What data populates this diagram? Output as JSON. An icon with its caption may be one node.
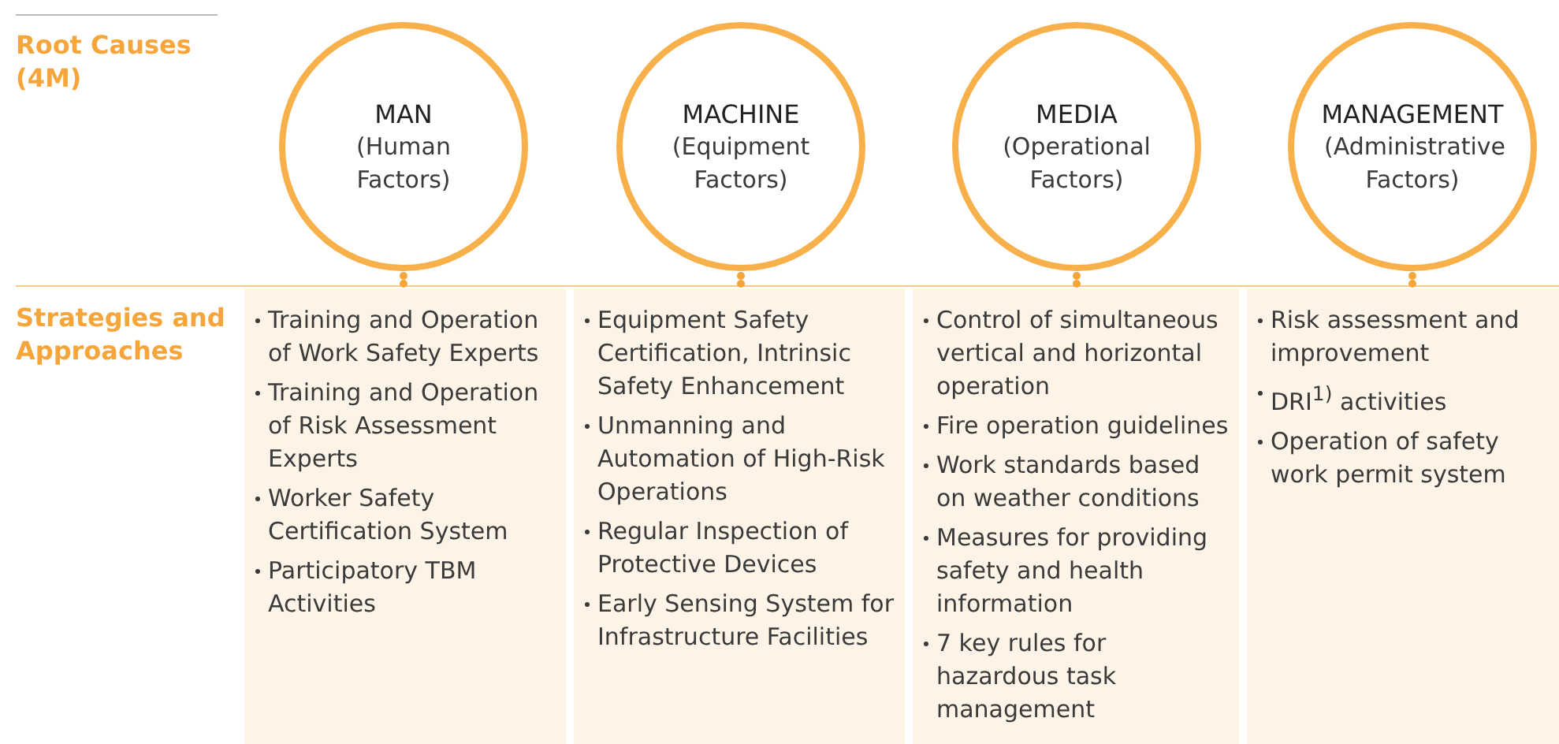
{
  "diagram": {
    "nodes": [
      {
        "text": [
          "MAN",
          "(Human Factors)"
        ]
      },
      {
        "text": [
          "MACHINE",
          "(Equipment Factors)"
        ]
      },
      {
        "text": [
          "MEDIA",
          "(Operational Factors)"
        ]
      },
      {
        "text": [
          "MANAGEMENT",
          "(Administrative Factors)"
        ]
      },
      {
        "text": [
          "Training and Operation of Work Safety Experts",
          "Training and Operation of Risk Assessment Experts",
          "Worker Safety Certification System",
          "Participatory TBM Activities"
        ]
      },
      {
        "text": [
          "Equipment Safety Certification, Intrinsic Safety Enhancement",
          "Unmanning and Automation of High-Risk Operations",
          "Regular Inspection of Protective Devices",
          "Early Sensing System for Infrastructure Facilities"
        ]
      },
      {
        "text": [
          "Control of simultaneous vertical and horizontal operation",
          "Fire operation guidelines",
          "Work standards based on weather conditions",
          "Measures for providing safety and health information",
          "7 key rules for hazardous task management"
        ]
      },
      {
        "text": [
          "Risk assessment and improvement",
          "DRI$^{1)}$ activities",
          "Operation of safety work permit system"
        ]
      }
    ],
    "edges": [
      {
        "from": 0,
        "to": 4,
        "arrow": "other",
        "style": "dashed"
      },
      {
        "from": 1,
        "to": 5,
        "arrow": "other",
        "style": "dashed"
      },
      {
        "from": 2,
        "to": 6,
        "arrow": "other",
        "style": "dashed"
      },
      {
        "from": 3,
        "to": 7,
        "arrow": "other",
        "style": "dashed"
      }
    ],
    "labels": [
      "Root Causes (4M)",
      "Strategies and Approaches"
    ]
  }
}
